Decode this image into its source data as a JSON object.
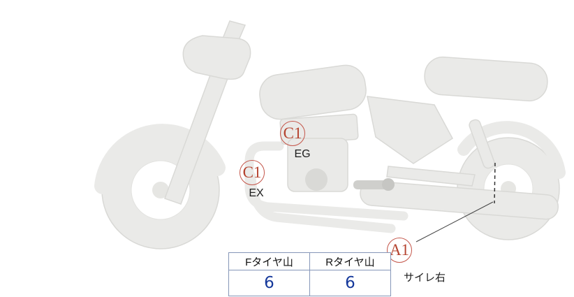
{
  "diagram": {
    "annotations": [
      {
        "id": "engine",
        "code": "C1",
        "label": "EG"
      },
      {
        "id": "exhaust",
        "code": "C1",
        "label": "EX"
      },
      {
        "id": "muffler",
        "code": "A1",
        "label": "サイレ右"
      }
    ],
    "tire_table": {
      "headers": [
        "Fタイヤ山",
        "Rタイヤ山"
      ],
      "values": [
        "6",
        "6"
      ]
    }
  },
  "colors": {
    "annotation_text": "#b5432f",
    "annotation_circle": "#c4564a",
    "table_value_text": "#16399b",
    "table_border": "#8596b8",
    "bike_fill": "#eaeae8",
    "bike_outline": "#d9d9d6",
    "bike_detail": "#c9c9c6"
  }
}
